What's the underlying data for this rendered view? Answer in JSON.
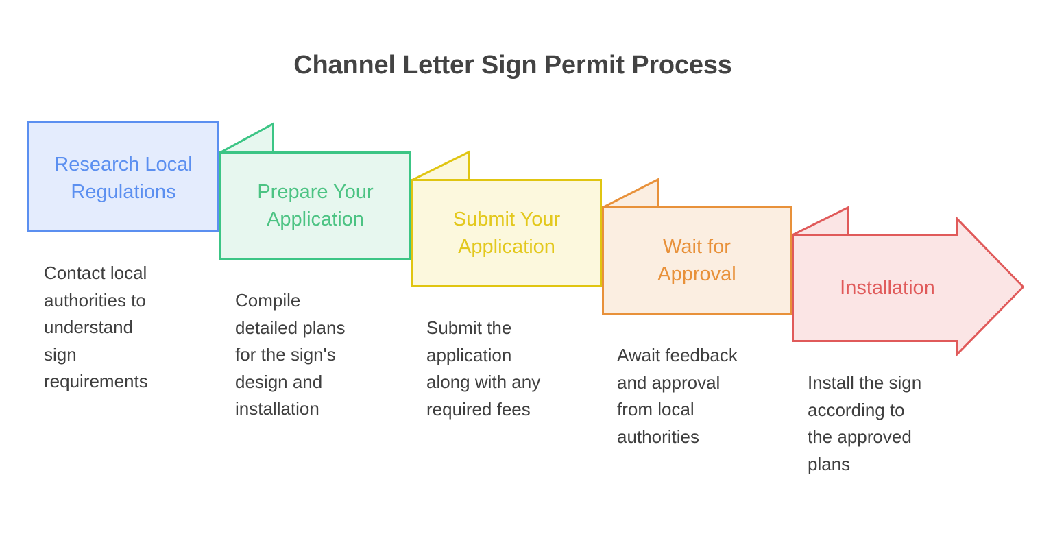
{
  "title": "Channel Letter Sign Permit Process",
  "title_color": "#434343",
  "background_color": "#ffffff",
  "description_color": "#3f3f3f",
  "steps": [
    {
      "index": 1,
      "label": "Research Local\nRegulations",
      "description": "Contact local\nauthorities to\nunderstand\nsign\nrequirements",
      "stroke": "#5b8ff0",
      "fill": "#e4ecfd",
      "text_color": "#5b8ff0",
      "shape": "rectangle"
    },
    {
      "index": 2,
      "label": "Prepare Your\nApplication",
      "description": "Compile\ndetailed plans\nfor the sign's\ndesign and\ninstallation",
      "stroke": "#3cc585",
      "fill": "#e7f7ef",
      "text_color": "#4cc383",
      "shape": "tabbed-rectangle"
    },
    {
      "index": 3,
      "label": "Submit Your\nApplication",
      "description": "Submit the\napplication\nalong with any\nrequired fees",
      "stroke": "#e0c511",
      "fill": "#fcf8dd",
      "text_color": "#e3c81d",
      "shape": "tabbed-rectangle"
    },
    {
      "index": 4,
      "label": "Wait for\nApproval",
      "description": "Await feedback\nand approval\nfrom local\nauthorities",
      "stroke": "#e8913a",
      "fill": "#fbeee1",
      "text_color": "#e8913a",
      "shape": "tabbed-rectangle"
    },
    {
      "index": 5,
      "label": "Installation",
      "description": "Install the sign\naccording to\nthe approved\nplans",
      "stroke": "#e05a5a",
      "fill": "#fbe5e5",
      "text_color": "#e05a5a",
      "shape": "tabbed-arrow"
    }
  ]
}
